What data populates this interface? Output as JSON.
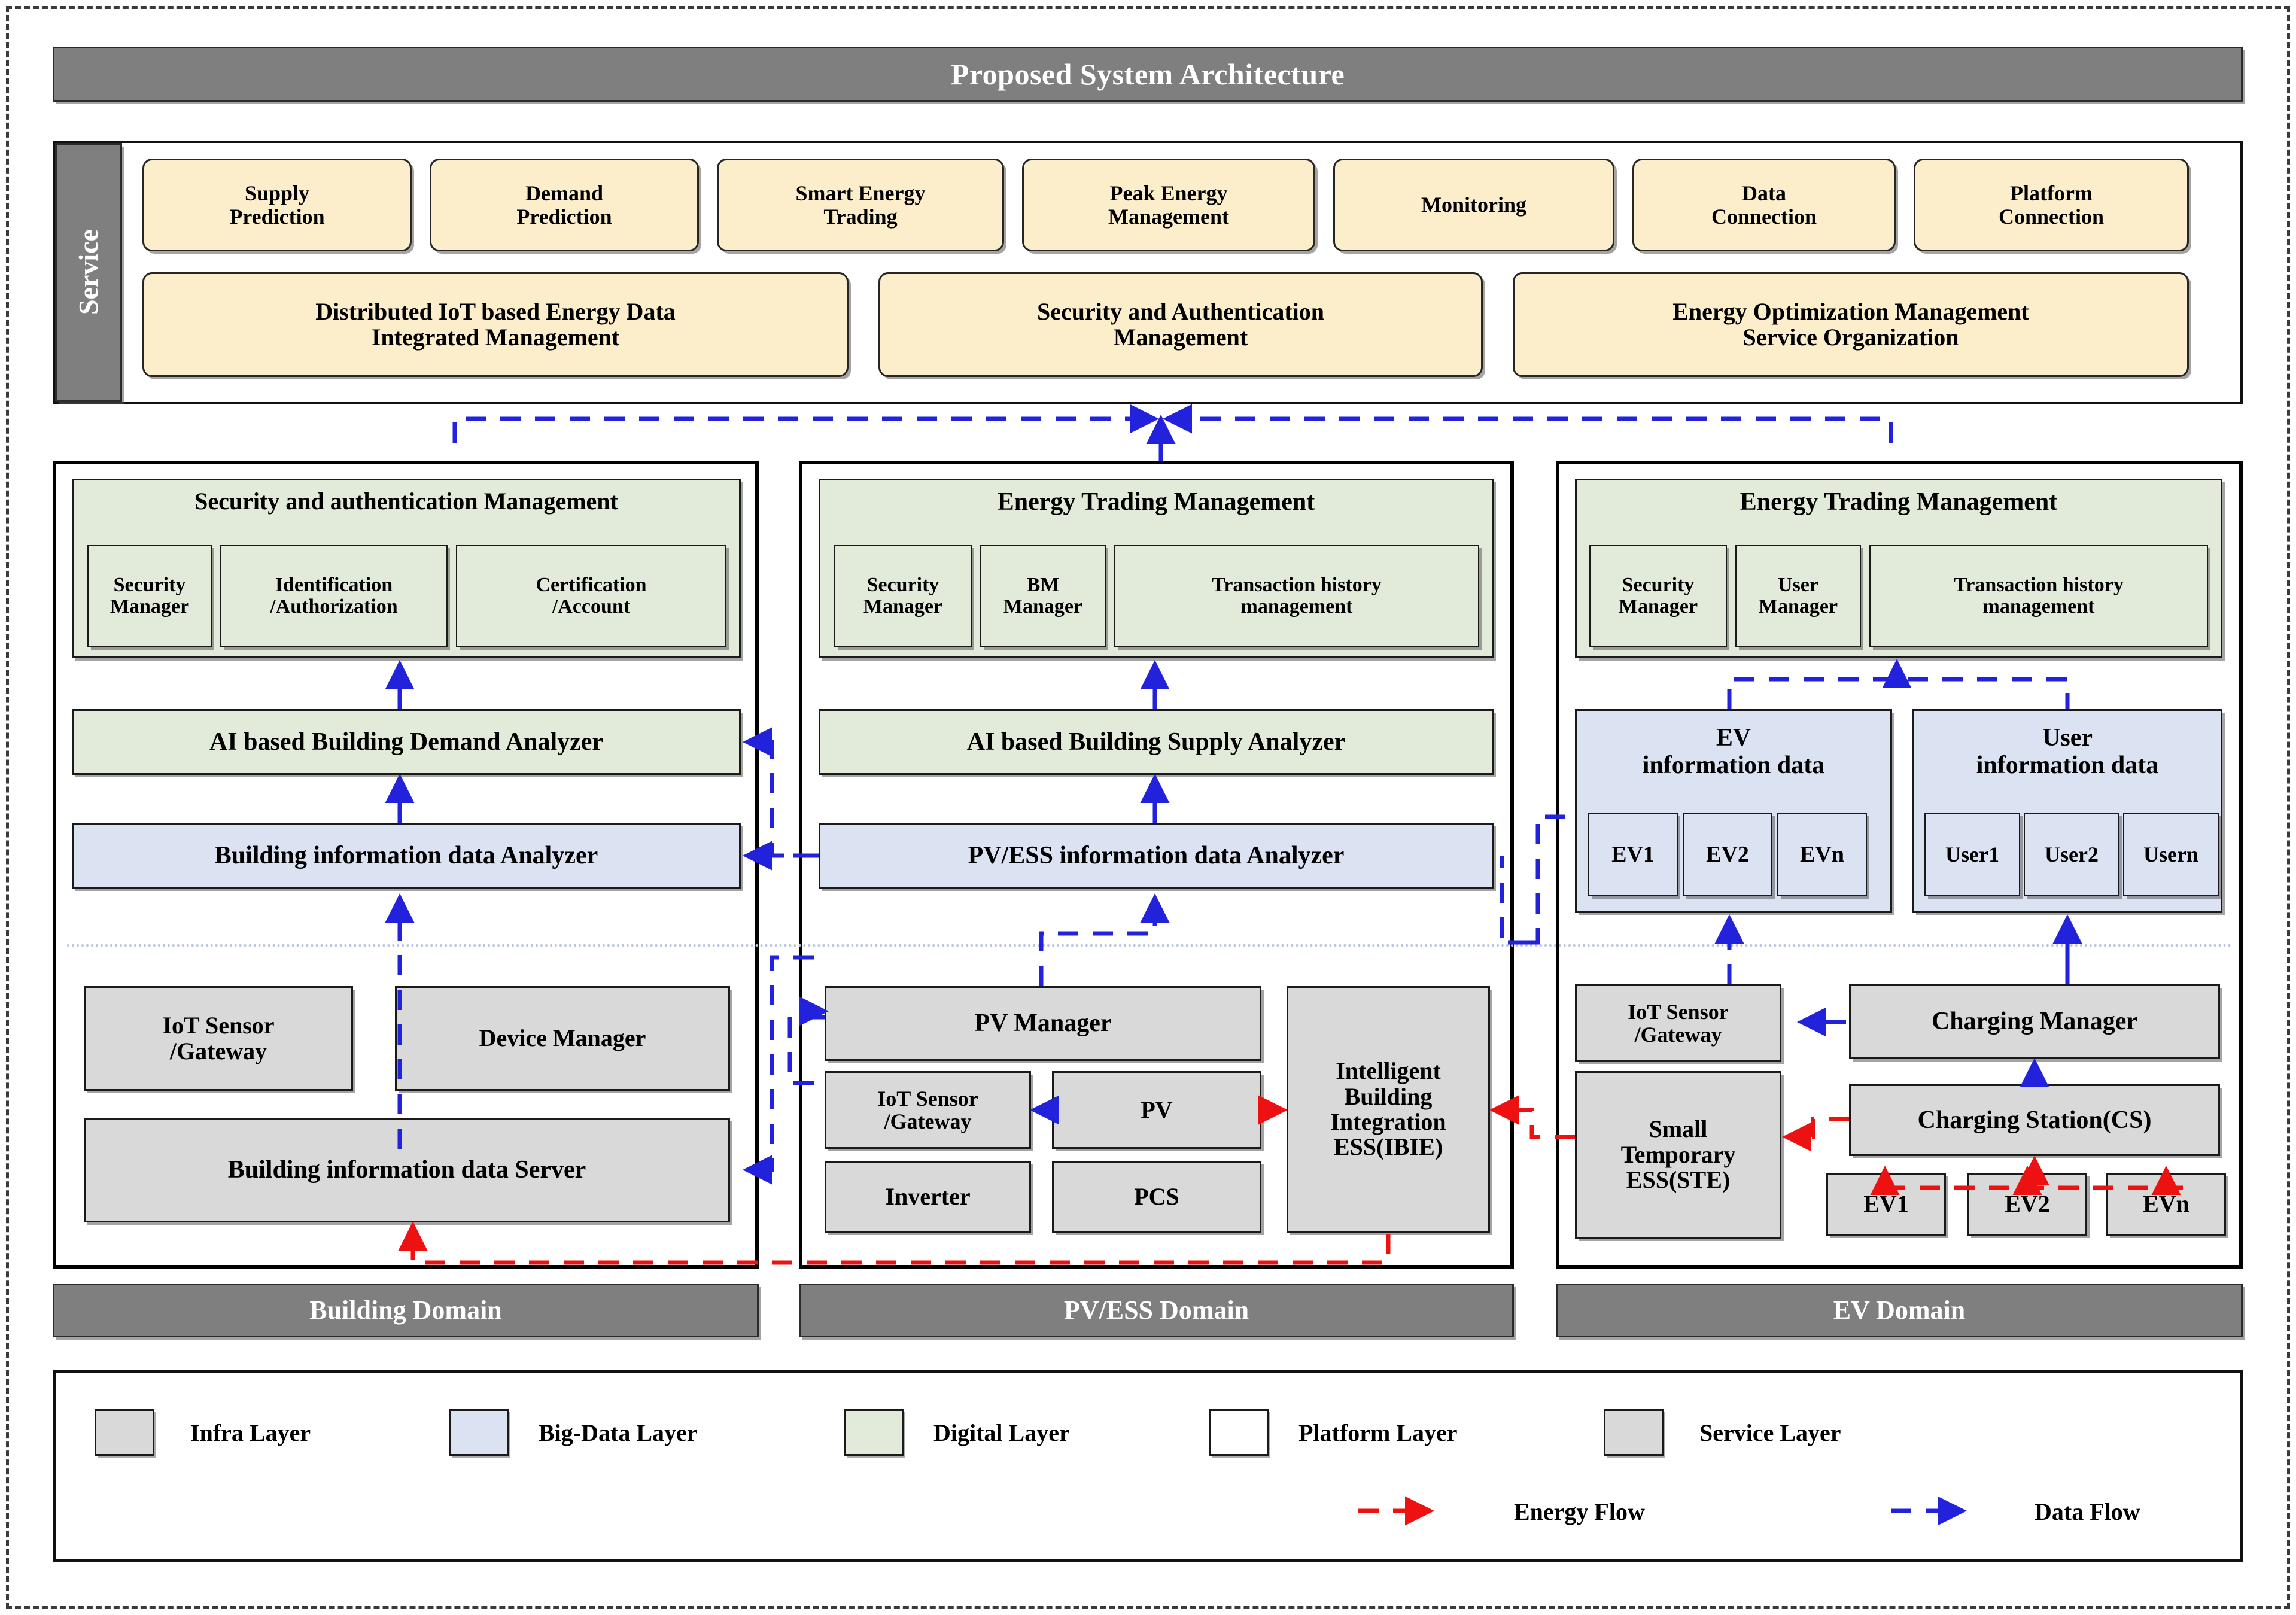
{
  "title": "Proposed System Architecture",
  "service": {
    "tab_label": "Service",
    "row1": [
      "Supply\nPrediction",
      "Demand\nPrediction",
      "Smart Energy\nTrading",
      "Peak Energy\nManagement",
      "Monitoring",
      "Data\nConnection",
      "Platform\nConnection"
    ],
    "row2": [
      "Distributed IoT based Energy Data\nIntegrated Management",
      "Security and Authentication\nManagement",
      "Energy Optimization Management\nService Organization"
    ]
  },
  "building_domain": {
    "label": "Building Domain",
    "digital_group": {
      "title": "Security and authentication Management",
      "items": [
        "Security\nManager",
        "Identification\n/Authorization",
        "Certification\n/Account"
      ]
    },
    "digital_analyzer": "AI based Building Demand Analyzer",
    "bigdata_analyzer": "Building information data Analyzer",
    "infra": {
      "iot": "IoT Sensor\n/Gateway",
      "device_manager": "Device Manager",
      "server": "Building information data Server"
    }
  },
  "pvess_domain": {
    "label": "PV/ESS Domain",
    "digital_group": {
      "title": "Energy Trading Management",
      "items": [
        "Security\nManager",
        "BM\nManager",
        "Transaction history\nmanagement"
      ]
    },
    "digital_analyzer": "AI based Building Supply Analyzer",
    "bigdata_analyzer": "PV/ESS information data Analyzer",
    "infra": {
      "pv_manager": "PV Manager",
      "iot": "IoT Sensor\n/Gateway",
      "pv": "PV",
      "inverter": "Inverter",
      "pcs": "PCS",
      "ibie": "Intelligent\nBuilding\nIntegration\nESS(IBIE)"
    }
  },
  "ev_domain": {
    "label": "EV Domain",
    "digital_group": {
      "title": "Energy Trading Management",
      "items": [
        "Security\nManager",
        "User\nManager",
        "Transaction history\nmanagement"
      ]
    },
    "bigdata": {
      "ev_title": "EV\ninformation data",
      "ev_items": [
        "EV1",
        "EV2",
        "EVn"
      ],
      "user_title": "User\ninformation data",
      "user_items": [
        "User1",
        "User2",
        "Usern"
      ]
    },
    "infra": {
      "iot": "IoT Sensor\n/Gateway",
      "ste": "Small\nTemporary\nESS(STE)",
      "charging_manager": "Charging Manager",
      "charging_station": "Charging Station(CS)",
      "evs": [
        "EV1",
        "EV2",
        "EVn"
      ]
    }
  },
  "legend": {
    "layers": [
      {
        "name": "Infra Layer",
        "color": "#d9d9d9"
      },
      {
        "name": "Big-Data Layer",
        "color": "#dbe3f3"
      },
      {
        "name": "Digital Layer",
        "color": "#e2ead9"
      },
      {
        "name": "Platform Layer",
        "color": "#ffffff"
      },
      {
        "name": "Service Layer",
        "color": "#d9d9d9"
      }
    ],
    "flows": [
      {
        "name": "Energy Flow",
        "color": "#ee1111"
      },
      {
        "name": "Data Flow",
        "color": "#2222dd"
      }
    ]
  },
  "colors": {
    "header_gray": "#7f7f7f",
    "service_cream": "#fceecb",
    "infra_gray": "#d9d9d9",
    "bigdata_blue": "#dbe3f3",
    "digital_green": "#e2ead9",
    "energy_red": "#ee1111",
    "data_blue": "#2222dd"
  }
}
